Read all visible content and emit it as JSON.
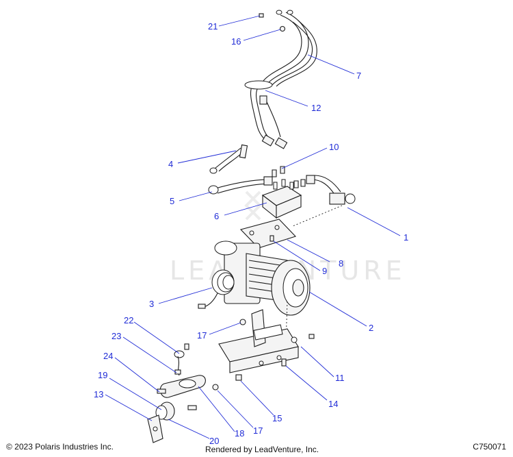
{
  "watermark": "LEADVENTURE",
  "callouts": {
    "c1": "1",
    "c2": "2",
    "c3": "3",
    "c4": "4",
    "c5": "5",
    "c6": "6",
    "c7": "7",
    "c8": "8",
    "c9": "9",
    "c10": "10",
    "c11": "11",
    "c12": "12",
    "c13": "13",
    "c14": "14",
    "c15": "15",
    "c16": "16",
    "c17a": "17",
    "c17b": "17",
    "c18": "18",
    "c19": "19",
    "c20": "20",
    "c21": "21",
    "c22": "22",
    "c23": "23",
    "c24": "24"
  },
  "footer": {
    "copyright": "© 2023 Polaris Industries Inc.",
    "rendered_by": "Rendered by LeadVenture, Inc.",
    "diagram_id": "C750071"
  },
  "colors": {
    "callout": "#1f2bd6",
    "line_art": "#1a1a1a",
    "watermark": "#e6e6e6"
  }
}
